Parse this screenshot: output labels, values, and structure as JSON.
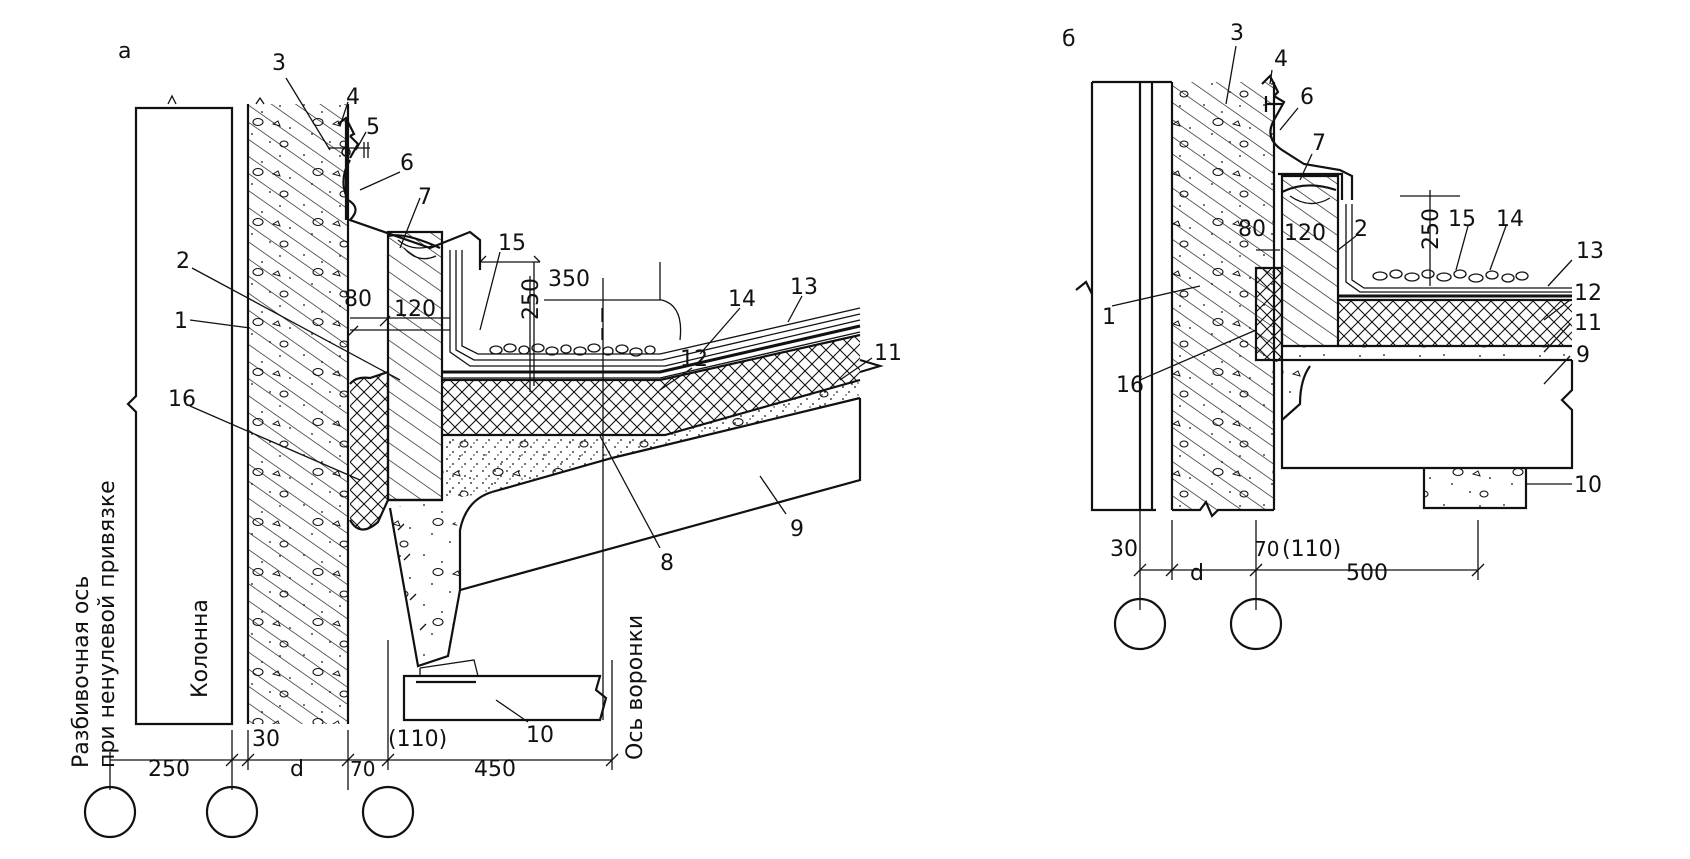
{
  "panel_a": {
    "letter": "а",
    "callouts": {
      "c1": "1",
      "c2": "2",
      "c3": "3",
      "c4": "4",
      "c5": "5",
      "c6": "6",
      "c7": "7",
      "c8": "8",
      "c9": "9",
      "c10": "10",
      "c11": "11",
      "c12": "12",
      "c13": "13",
      "c14": "14",
      "c15": "15",
      "c16": "16"
    },
    "dims": {
      "d80": "80",
      "d120": "120",
      "d350": "350",
      "d250v": "250",
      "d250": "250",
      "d30": "30",
      "dd": "d",
      "d70": "70",
      "d110": "(110)",
      "d450": "450"
    },
    "vertical_texts": {
      "column": "Колонна",
      "axis_line1": "Разбивочная  ось",
      "axis_line2": "при  ненулевой привязке",
      "funnel_axis": "Ось воронки"
    }
  },
  "panel_b": {
    "letter": "б",
    "callouts": {
      "c1": "1",
      "c2": "2",
      "c3": "3",
      "c4": "4",
      "c6": "6",
      "c7": "7",
      "c9": "9",
      "c10": "10",
      "c11": "11",
      "c12": "12",
      "c13": "13",
      "c14": "14",
      "c15": "15",
      "c16": "16"
    },
    "dims": {
      "d80": "80",
      "d120": "120",
      "d250v": "250",
      "d30": "30",
      "dd": "d",
      "d70": "70",
      "d110": "(110)",
      "d500": "500"
    }
  },
  "colors": {
    "ink": "#111111",
    "paper": "#ffffff"
  }
}
